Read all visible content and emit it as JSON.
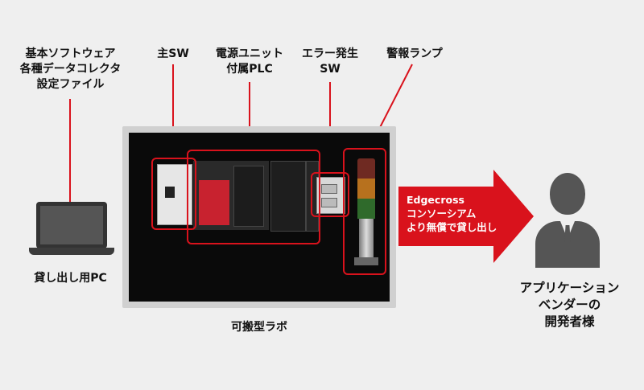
{
  "labels": {
    "software": [
      "基本ソフトウェア",
      "各種データコレクタ",
      "設定ファイル"
    ],
    "main_sw": "主SW",
    "psu_plc": [
      "電源ユニット",
      "付属PLC"
    ],
    "error_sw": [
      "エラー発生",
      "SW"
    ],
    "alarm_lamp": "警報ランプ",
    "laptop": "貸し出し用PC",
    "portable_lab": "可搬型ラボ",
    "arrow": [
      "Edgecross",
      "コンソーシアム",
      "より無償で貸し出し"
    ],
    "vendor": [
      "アプリケーション",
      "ベンダーの",
      "開発者様"
    ]
  },
  "colors": {
    "accent_red": "#d9121c",
    "background": "#efefef",
    "icon_gray": "#555555"
  },
  "icons": [
    "laptop-icon",
    "person-icon",
    "arrow-icon"
  ]
}
